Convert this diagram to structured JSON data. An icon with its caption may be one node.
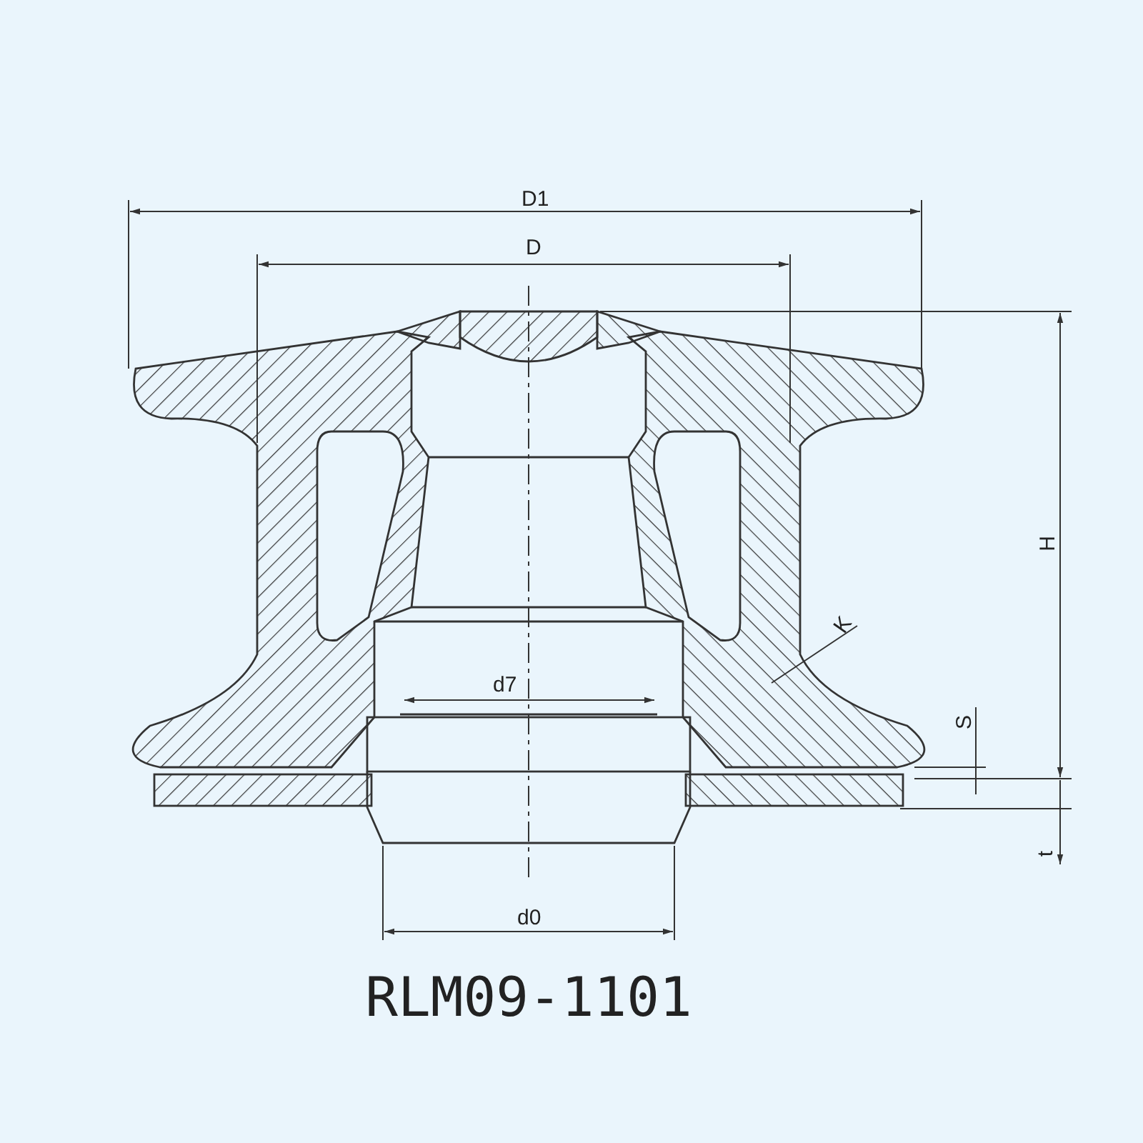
{
  "diagram": {
    "caption": "RLM09-1101",
    "labels": [
      "D1",
      "D",
      "H",
      "K",
      "d7",
      "S",
      "t",
      "d0"
    ]
  }
}
